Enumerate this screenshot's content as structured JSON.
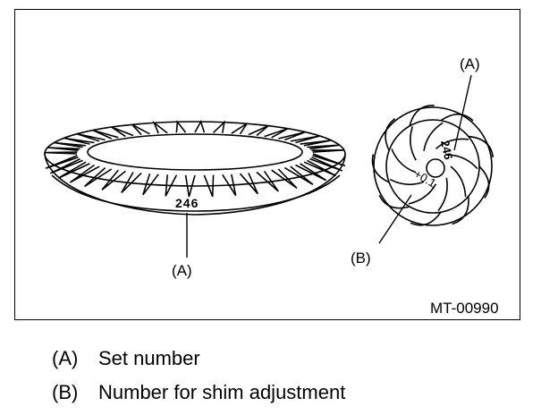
{
  "figure": {
    "ring_gear_set_number": "246",
    "pinion_set_number": "246",
    "pinion_shim_number": "+0.1",
    "callout_a_left": "(A)",
    "callout_a_right": "(A)",
    "callout_b": "(B)",
    "figure_code": "MT-00990"
  },
  "legend": [
    {
      "key": "(A)",
      "text": "Set number"
    },
    {
      "key": "(B)",
      "text": "Number for shim adjustment"
    }
  ]
}
